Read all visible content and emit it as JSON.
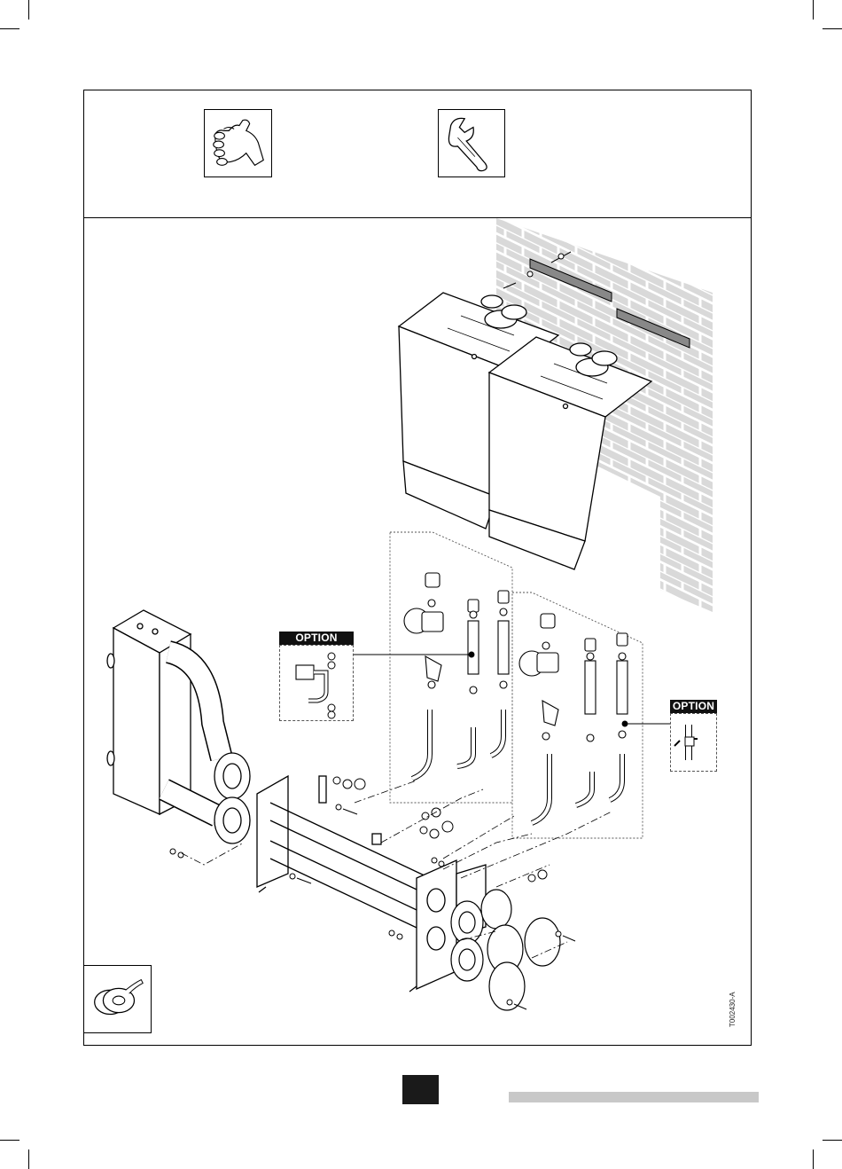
{
  "figure": {
    "option_labels": [
      "OPTION",
      "OPTION"
    ],
    "document_code": "T002430-A"
  },
  "icons": {
    "tools": [
      "hand-icon",
      "open-wrench-icon"
    ],
    "supplies": [
      "ptfe-tape-icon"
    ]
  },
  "colors": {
    "line": "#000000",
    "brick_fill": "#d9d9d9",
    "label_fill": "#111111",
    "footer_bar": "#c8c8c8"
  }
}
